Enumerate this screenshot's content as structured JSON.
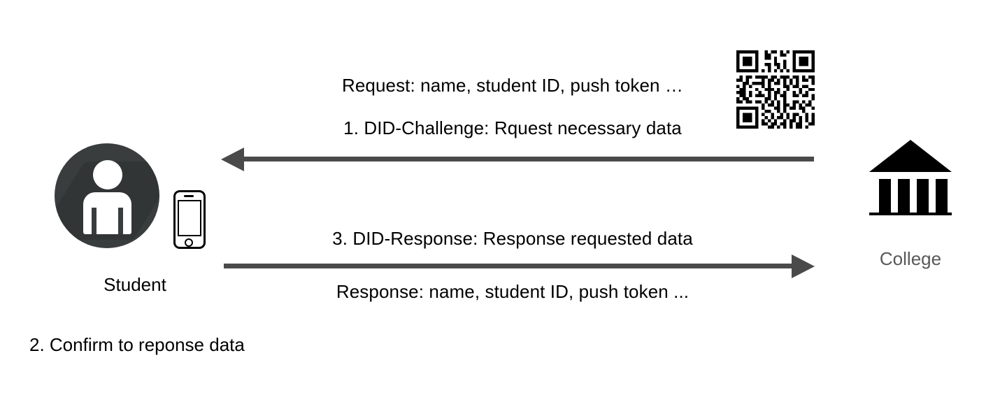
{
  "diagram": {
    "title": "DID authentication flow between Student and College",
    "background_color": "#ffffff",
    "arrow_color": "#4a4a4a",
    "text_color": "#000000",
    "actor_label_color_college": "#595959",
    "avatar_color": "#393d3d"
  },
  "actors": {
    "student": {
      "label": "Student",
      "icon": "person-avatar-icon",
      "device_icon": "smartphone-icon"
    },
    "college": {
      "label": "College",
      "icon": "bank-building-icon"
    }
  },
  "qr_code": {
    "icon": "qr-code-icon",
    "alt": "QR code"
  },
  "messages": {
    "request_payload": "Request: name, student ID, push token …",
    "step1": "1. DID-Challenge: Rquest necessary data",
    "step3": "3. DID-Response: Response requested data",
    "response_payload": "Response: name, student ID, push token ..."
  },
  "notes": {
    "step2": "2. Confirm to reponse data"
  }
}
